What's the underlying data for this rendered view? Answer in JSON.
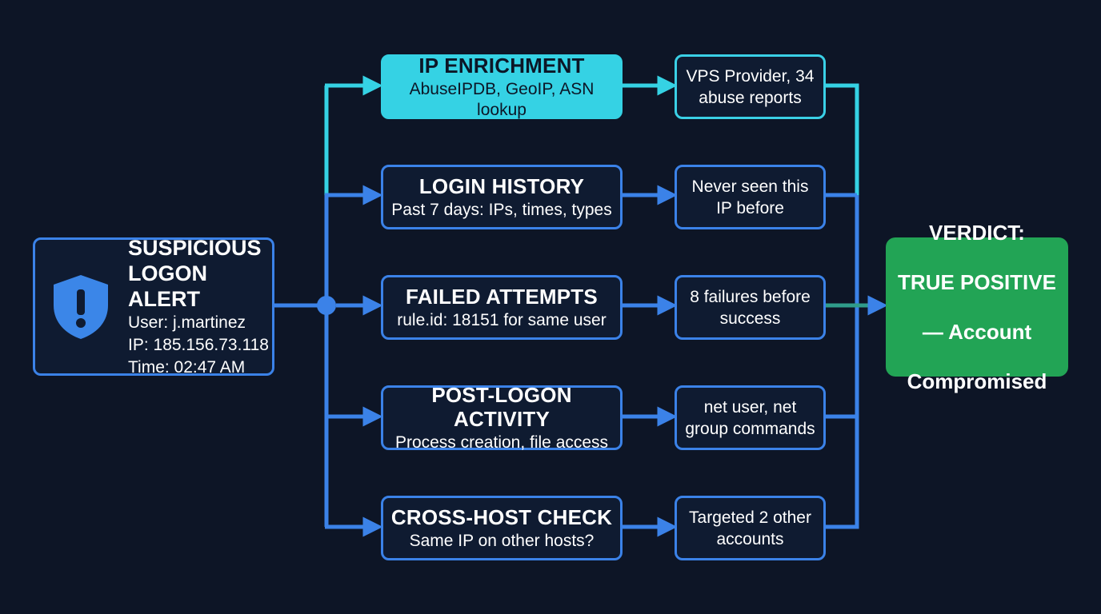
{
  "alert": {
    "title_line1": "SUSPICIOUS",
    "title_line2": "LOGON ALERT",
    "user": "User: j.martinez",
    "ip": "IP: 185.156.73.118",
    "time": "Time: 02:47 AM",
    "icon": "shield-alert-icon"
  },
  "steps": [
    {
      "title": "IP ENRICHMENT",
      "subtitle": "AbuseIPDB, GeoIP, ASN lookup",
      "result_line1": "VPS Provider, 34",
      "result_line2": "abuse reports"
    },
    {
      "title": "LOGIN HISTORY",
      "subtitle": "Past 7 days: IPs, times, types",
      "result_line1": "Never seen this",
      "result_line2": "IP before"
    },
    {
      "title": "FAILED ATTEMPTS",
      "subtitle": "rule.id: 18151 for same user",
      "result_line1": "8 failures before",
      "result_line2": "success"
    },
    {
      "title": "POST-LOGON ACTIVITY",
      "subtitle": "Process creation, file access",
      "result_line1": "net user, net",
      "result_line2": "group commands"
    },
    {
      "title": "CROSS-HOST CHECK",
      "subtitle": "Same IP on other hosts?",
      "result_line1": "Targeted 2 other",
      "result_line2": "accounts"
    }
  ],
  "verdict": {
    "line1": "VERDICT:",
    "line2": "TRUE POSITIVE",
    "line3": "— Account",
    "line4": "Compromised"
  },
  "colors": {
    "background": "#0d1526",
    "blue_accent": "#3b82e8",
    "cyan_accent": "#35d2e4",
    "verdict_green": "#22a455"
  }
}
